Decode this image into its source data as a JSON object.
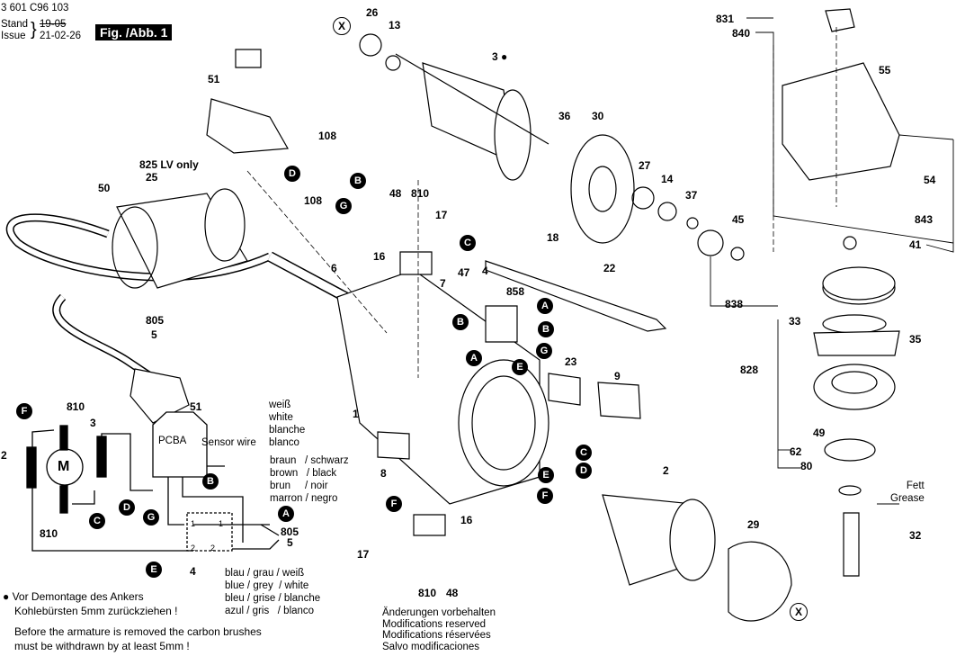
{
  "header": {
    "doc_number": "3 601 C96 103",
    "stand_label": "Stand",
    "issue_label": "Issue",
    "stand_value": "19-05",
    "issue_value": "21-02-26",
    "figure": "Fig. /Abb. 1"
  },
  "parts": {
    "p26": "26",
    "p13": "13",
    "p3": "3 ●",
    "p36": "36",
    "p30": "30",
    "p27": "27",
    "p14": "14",
    "p37": "37",
    "p45": "45",
    "p51": "51",
    "p108a": "108",
    "p108b": "108",
    "p825": "825  LV only",
    "p25": "25",
    "p50": "50",
    "p48": "48",
    "p810": "810",
    "p17": "17",
    "p16": "16",
    "p7": "7",
    "p47": "47",
    "p4": "4",
    "p858": "858",
    "p18": "18",
    "p22": "22",
    "p6": "6",
    "p805": "805",
    "p5": "5",
    "p23": "23",
    "p9": "9",
    "p1": "1",
    "p8": "8",
    "p2": "2",
    "p29": "29",
    "p16b": "16",
    "p17b": "17",
    "p810b": "810",
    "p48b": "48",
    "p831": "831",
    "p840": "840",
    "p55": "55",
    "p54": "54",
    "p843": "843",
    "p41": "41",
    "p838": "838",
    "p33": "33",
    "p35": "35",
    "p828": "828",
    "p49": "49",
    "p62": "62",
    "p80": "80",
    "p32": "32",
    "grease": "Fett\nGrease"
  },
  "markers": {
    "X": "X",
    "A": "A",
    "B": "B",
    "C": "C",
    "D": "D",
    "E": "E",
    "F": "F",
    "G": "G"
  },
  "wiring": {
    "pcba": "PCBA",
    "p51": "51",
    "sensor": "Sensor wire",
    "motor": "M",
    "p810a": "810",
    "p810b": "810",
    "p3": "3",
    "p2": "2",
    "p4": "4",
    "p805": "805",
    "p5": "5",
    "sw1a": "1",
    "sw1b": "1",
    "sw2a": "2",
    "sw2b": "2",
    "white": [
      "weiß",
      "white",
      "blanche",
      "blanco"
    ],
    "brown": [
      "braun   / schwarz",
      "brown   / black",
      "brun     / noir",
      "marron / negro"
    ],
    "blue": [
      "blau / grau / weiß",
      "blue / grey  / white",
      "bleu / grise / blanche",
      "azul / gris   / blanco"
    ]
  },
  "notes": {
    "de1": "● Vor Demontage des Ankers",
    "de2": "Kohlebürsten 5mm zurückziehen !",
    "en1": "Before the armature is removed the carbon brushes",
    "en2": "must be withdrawn by at least 5mm !"
  },
  "modifications": [
    "Änderungen vorbehalten",
    "Modifications reserved",
    "Modifications réservées",
    "Salvo modificaciones"
  ]
}
